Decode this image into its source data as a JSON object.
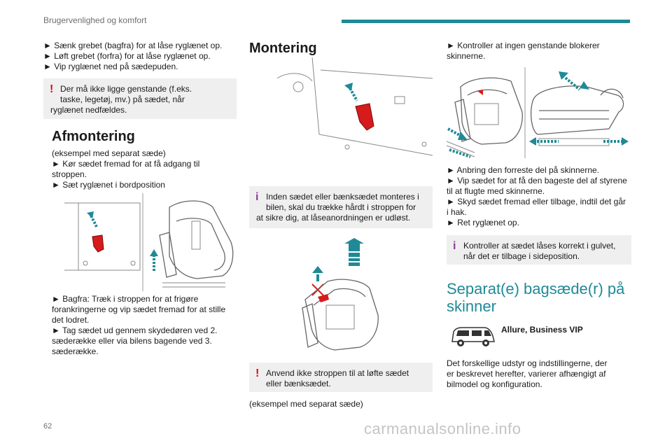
{
  "header": {
    "title": "Brugervenlighed og komfort",
    "accent_color": "#1f8a96"
  },
  "left_col": {
    "bullets_top": [
      "► Sænk grebet (bagfra) for at låse ryglænet op.",
      "► Løft grebet (forfra) for at låse ryglænet op.",
      "► Vip ryglænet ned på sædepuden."
    ],
    "warning_note": [
      "Der må ikke ligge genstande (f.eks.",
      "taske, legetøj, mv.) på sædet, når",
      "ryglænet nedfældes."
    ],
    "section_title": "Afmontering",
    "intro": [
      "(eksempel med separat sæde)",
      "► Kør sædet fremad for at få adgang til",
      "stroppen.",
      "► Sæt ryglænet i bordposition"
    ],
    "steps": [
      "► Bagfra: Træk i stroppen for at frigøre",
      "forankringerne og vip sædet fremad for at stille",
      "det lodret.",
      "► Tag sædet ud gennem skydedøren ved 2.",
      "sæderække eller via bilens bagende ved 3.",
      "sæderække."
    ]
  },
  "middle_col": {
    "section_title": "Montering",
    "info_note": [
      "Inden sædet eller bænksædet monteres i",
      "bilen, skal du trække hårdt i stroppen for",
      "at sikre dig, at låseanordningen er udløst."
    ],
    "warning_note": [
      "Anvend ikke stroppen til at løfte sædet",
      "eller bænksædet."
    ],
    "footer_text": "(eksempel med separat sæde)"
  },
  "right_col": {
    "bullets_top": [
      "► Kontroller at ingen genstande blokerer",
      "skinnerne."
    ],
    "steps": [
      "► Anbring den forreste del på skinnerne.",
      "► Vip sædet for at få den bageste del af styrene",
      "til at flugte med skinnerne.",
      "► Skyd sædet fremad eller tilbage, indtil det går",
      "i hak.",
      "► Ret ryglænet op."
    ],
    "info_note": [
      "Kontroller at sædet låses korrekt i gulvet,",
      "når det er tilbage i sideposition."
    ],
    "section_title": [
      "Separat(e) bagsæde(r) på",
      "skinner"
    ],
    "trim_label": "Allure, Business VIP",
    "description": [
      "Det forskellige udstyr og indstillingerne, der",
      "er beskrevet herefter, varierer afhængigt af",
      "bilmodel og konfiguration."
    ]
  },
  "footer": {
    "page_number": "62",
    "watermark": "carmanualsonline.info"
  },
  "colors": {
    "warning": "#e3001b",
    "info": "#8d3c97",
    "teal": "#1f8a96",
    "note_bg": "#efefef"
  },
  "icons": [
    "warning-mark-icon",
    "info-mark-icon",
    "van-icon",
    "arrow-icon"
  ]
}
